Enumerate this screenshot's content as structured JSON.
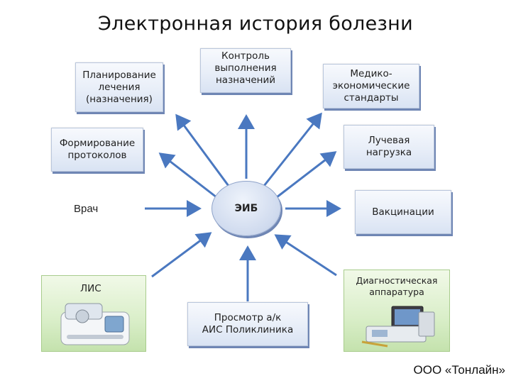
{
  "title": "Электронная история болезни",
  "center": {
    "label": "ЭИБ"
  },
  "nodes": {
    "treatment_planning": "Планирование\nлечения\n(назначения)",
    "prescription_control": "Контроль\nвыполнения\nназначений",
    "medico_economic_standards": "Медико-\nэкономические\nстандарты",
    "protocol_formation": "Формирование\nпротоколов",
    "radiation_load": "Лучевая\nнагрузка",
    "doctor": "Врач",
    "vaccinations": "Вакцинации",
    "lis": "ЛИС",
    "diagnostic_equipment": "Диагностическая\nаппаратура",
    "outpatient_view": "Просмотр а/к\nАИС Поликлиника"
  },
  "company": "ООО «Тонлайн»",
  "colors": {
    "arrow": "#4a78c0",
    "box_shadow": "#6f86b4",
    "green_panel": "#d9eec8"
  }
}
